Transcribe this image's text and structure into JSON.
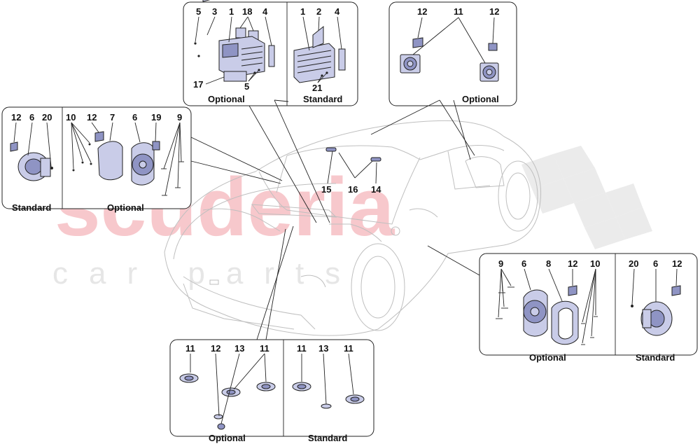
{
  "watermark": {
    "brand": "scuderia",
    "tagline": "car parts"
  },
  "sections": {
    "amplifier_optional": "Optional",
    "amplifier_standard": "Standard",
    "dash_optional": "Optional",
    "left_standard": "Standard",
    "left_optional": "Optional",
    "bottom_optional": "Optional",
    "bottom_standard": "Standard",
    "right_optional": "Optional",
    "right_standard": "Standard"
  },
  "callouts": {
    "amp_opt": [
      "5",
      "3",
      "1",
      "18",
      "4",
      "17",
      "5"
    ],
    "amp_std": [
      "1",
      "2",
      "4",
      "21"
    ],
    "dash": [
      "12",
      "11",
      "12"
    ],
    "car": [
      "15",
      "16",
      "14"
    ],
    "left_std": [
      "12",
      "6",
      "20"
    ],
    "left_opt": [
      "10",
      "12",
      "7",
      "6",
      "19",
      "9"
    ],
    "bottom_opt": [
      "11",
      "12",
      "13",
      "11"
    ],
    "bottom_std": [
      "11",
      "13",
      "11"
    ],
    "right_opt": [
      "9",
      "6",
      "8",
      "12",
      "10"
    ],
    "right_std": [
      "20",
      "6",
      "12"
    ]
  },
  "colors": {
    "part_fill": "#c9cce8",
    "part_dark": "#8f94c4",
    "watermark_red": "#f7c8cc",
    "watermark_grey": "#e6e6e6"
  }
}
